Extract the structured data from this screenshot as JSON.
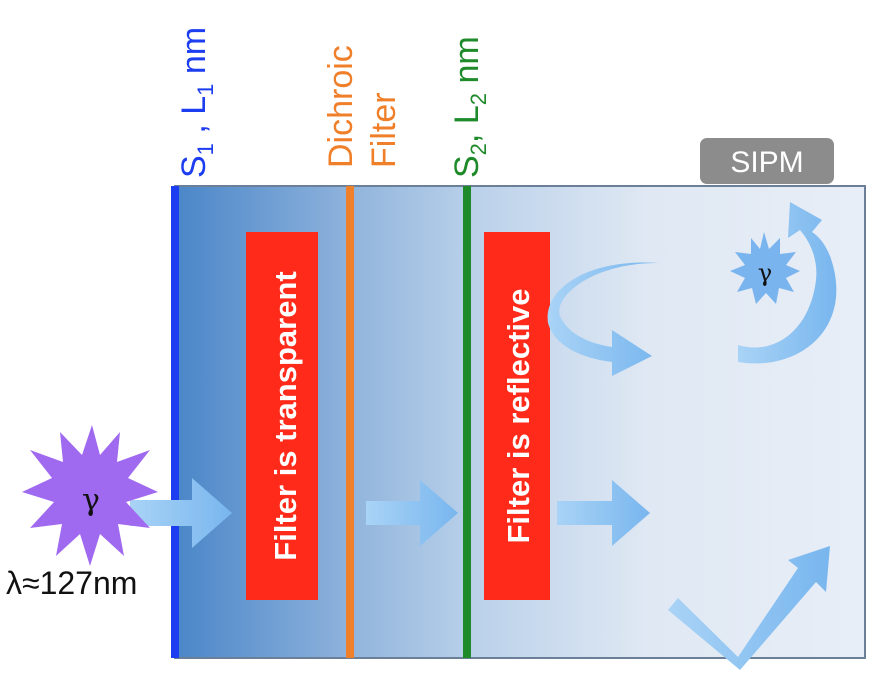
{
  "labels": {
    "s1_main": "S",
    "s1_sub": "1",
    "s1_rest": " , L",
    "l1_sub": "1",
    "s1_unit": " nm",
    "dichroic_line1": "Dichroic",
    "dichroic_line2": "Filter",
    "s2_main": "S",
    "s2_sub": "2",
    "s2_rest": ", L",
    "l2_sub": "2",
    "s2_unit": " nm",
    "sipm": "SIPM",
    "filter_transparent": "Filter is transparent",
    "filter_reflective": "Filter is reflective",
    "gamma_source": "γ",
    "gamma_inner": "γ",
    "wavelength": "λ≈127nm"
  },
  "colors": {
    "s1_line": "#1c3df0",
    "dichroic_line": "#f07f2a",
    "s2_line": "#1f8a2a",
    "filter_box": "#ff2a1a",
    "sipm_box": "#8c8c8c",
    "arrow": "#8ec4f2",
    "source_star": "#a06af0",
    "inner_star": "#7ab4ee"
  }
}
